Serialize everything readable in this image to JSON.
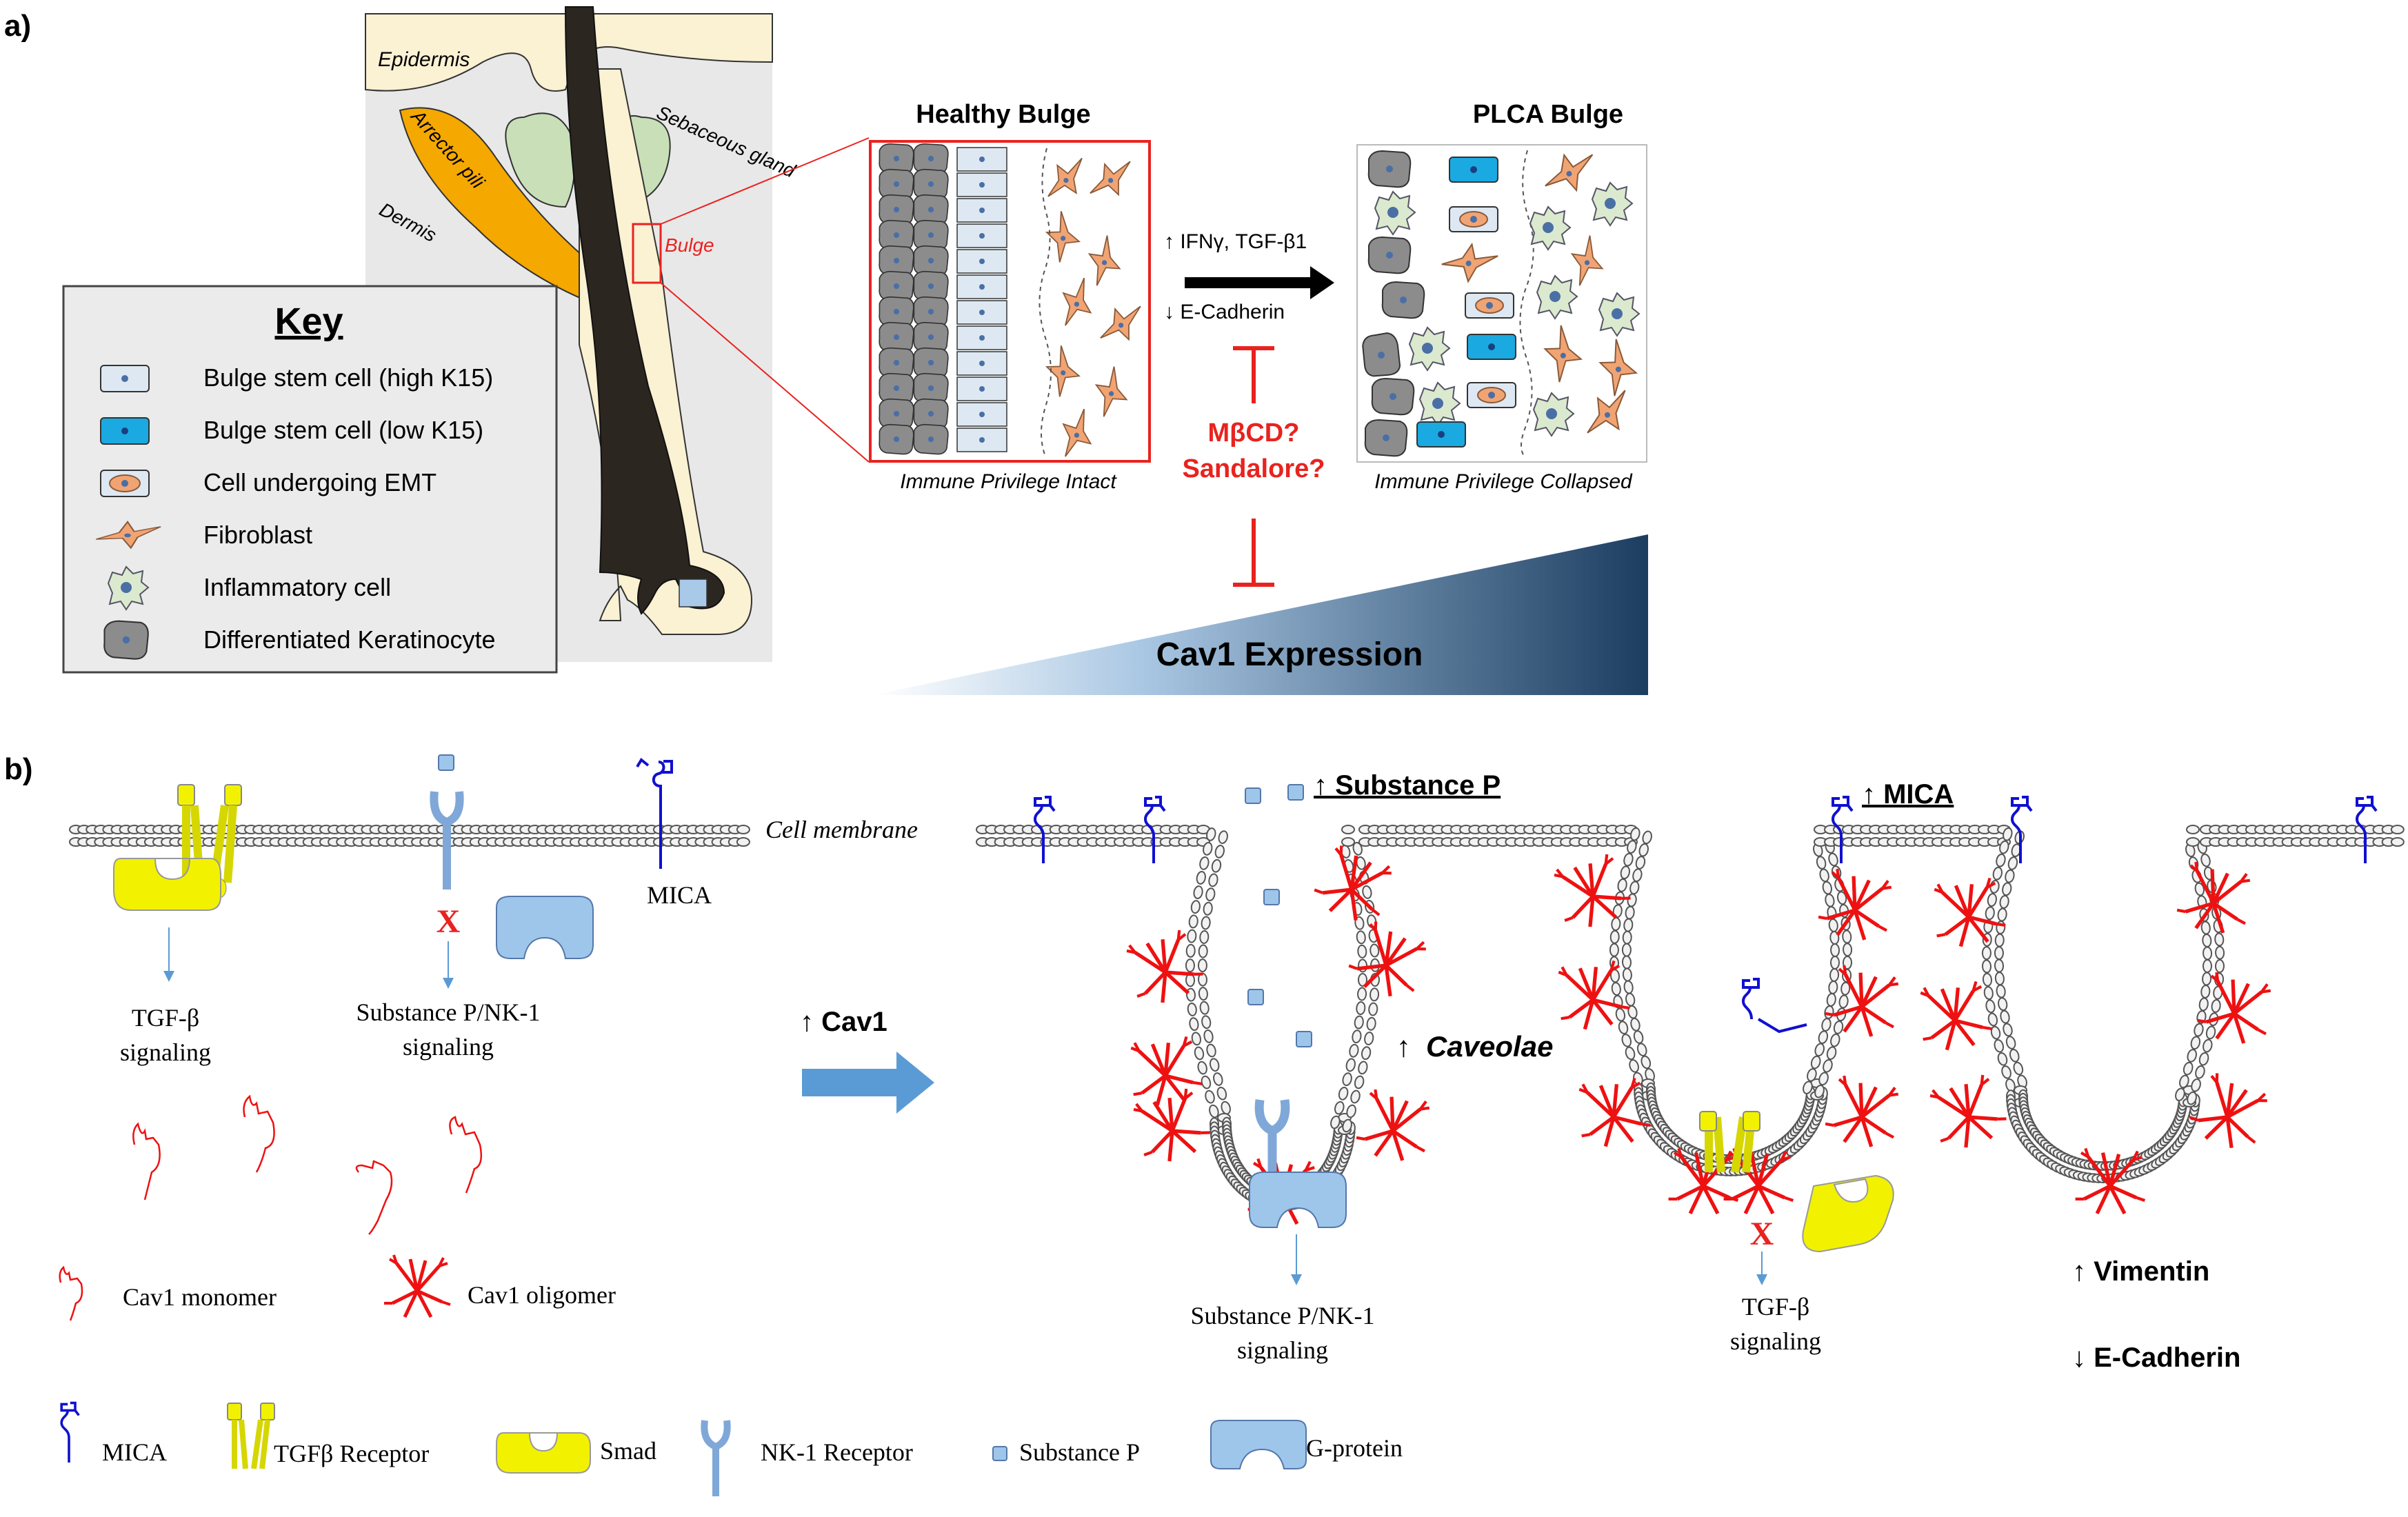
{
  "panel_a": {
    "label": "a)",
    "anatomy": {
      "epidermis": "Epidermis",
      "arrector_pili": "Arrector pili",
      "sebaceous_gland": "Sebaceous gland",
      "dermis": "Dermis",
      "bulge": "Bulge"
    },
    "key": {
      "title": "Key",
      "items": [
        {
          "label": "Bulge stem cell (high K15)",
          "icon": "light-stem-cell-icon"
        },
        {
          "label": "Bulge stem cell (low K15)",
          "icon": "blue-stem-cell-icon"
        },
        {
          "label": "Cell undergoing EMT",
          "icon": "emt-cell-icon"
        },
        {
          "label": "Fibroblast",
          "icon": "fibroblast-icon"
        },
        {
          "label": "Inflammatory cell",
          "icon": "inflammatory-cell-icon"
        },
        {
          "label": "Differentiated Keratinocyte",
          "icon": "keratinocyte-icon"
        }
      ]
    },
    "healthy_title": "Healthy Bulge",
    "healthy_caption": "Immune Privilege Intact",
    "plca_title": "PLCA Bulge",
    "plca_caption": "Immune Privilege Collapsed",
    "arrow_up_text": "↑ IFNγ, TGF-β1",
    "arrow_down_text": "↓ E-Cadherin",
    "inhibitor_line1": "MβCD?",
    "inhibitor_line2": "Sandalore?",
    "gradient_label": "Cav1 Expression"
  },
  "panel_b": {
    "label": "b)",
    "cell_membrane": "Cell membrane",
    "mica": "MICA",
    "tgf_signaling_1": "TGF-β",
    "tgf_signaling_2": "signaling",
    "sp_signaling_1": "Substance P/NK-1",
    "sp_signaling_2": "signaling",
    "block_mark": "X",
    "cav1_arrow": "↑ Cav1",
    "cav1_monomer": "Cav1 monomer",
    "cav1_oligomer": "Cav1 oligomer",
    "up_substance_p": "↑ Substance P",
    "up_mica": "↑ MICA",
    "up_caveolae": "↑",
    "caveolae": "Caveolae",
    "up_vimentin": "↑ Vimentin",
    "down_ecadherin": "↓ E-Cadherin",
    "legend": {
      "mica": "MICA",
      "tgfb_receptor": "TGFβ Receptor",
      "smad": "Smad",
      "nk1_receptor": "NK-1 Receptor",
      "substance_p": "Substance P",
      "g_protein": "G-protein"
    }
  },
  "colors": {
    "highlight_red": "#e8231f",
    "stem_light": "#dde8f2",
    "stem_blue": "#1aa9e1",
    "fibroblast": "#f1a473",
    "keratinocyte": "#8c8c8c",
    "inflammatory": "#dbe9cf",
    "smad_yellow": "#f2f200",
    "mica_blue": "#1010d0",
    "cav1_red": "#ee1111",
    "gradient_dark": "#1c3d60",
    "gprotein_blue": "#9ec6ea"
  }
}
